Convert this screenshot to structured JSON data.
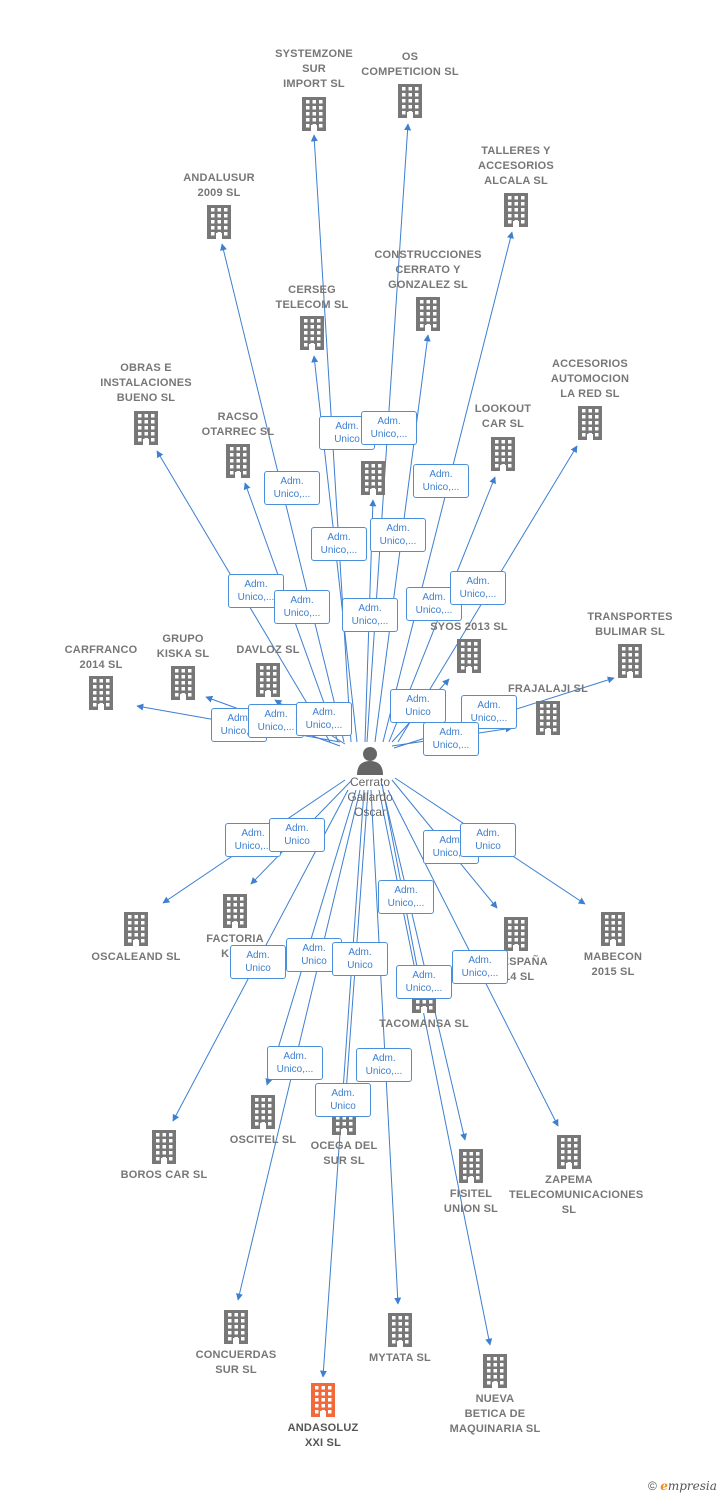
{
  "person": {
    "name": "Cerrato\nGallardo\nOscar",
    "icon": "person-icon"
  },
  "colors": {
    "edge": "#3d7fd0",
    "company": "#777777",
    "highlight": "#f26a3a",
    "person": "#666666"
  },
  "companies": [
    {
      "id": "systemzone",
      "label": "SYSTEMZONE\nSUR\nIMPORT SL"
    },
    {
      "id": "os",
      "label": "OS\nCOMPETICION SL"
    },
    {
      "id": "talleres",
      "label": "TALLERES Y\nACCESORIOS\nALCALA SL"
    },
    {
      "id": "andalusur",
      "label": "ANDALUSUR\n2009 SL"
    },
    {
      "id": "construcciones",
      "label": "CONSTRUCCIONES\nCERRATO Y\nGONZALEZ SL"
    },
    {
      "id": "cerseg",
      "label": "CERSEG\nTELECOM SL"
    },
    {
      "id": "obras",
      "label": "OBRAS E\nINSTALACIONES\nBUENO SL"
    },
    {
      "id": "accesorios",
      "label": "ACCESORIOS\nAUTOMOCION\nLA RED SL"
    },
    {
      "id": "lookout",
      "label": "LOOKOUT\nCAR SL"
    },
    {
      "id": "racso",
      "label": "RACSO\nOTARREC SL"
    },
    {
      "id": "unlabeled",
      "label": ""
    },
    {
      "id": "transportes",
      "label": "TRANSPORTES\nBULIMAR SL"
    },
    {
      "id": "syos",
      "label": "SYOS 2013 SL"
    },
    {
      "id": "carfranco",
      "label": "CARFRANCO\n2014 SL"
    },
    {
      "id": "grupo",
      "label": "GRUPO\nKISKA SL"
    },
    {
      "id": "davloz",
      "label": "DAVLOZ SL"
    },
    {
      "id": "frajalaji",
      "label": "FRAJALAJI SL"
    },
    {
      "id": "oscaleand",
      "label": "OSCALEAND SL"
    },
    {
      "id": "factoria",
      "label": "FACTORIA\nKUBI"
    },
    {
      "id": "maespana",
      "label": "MAESPAÑA\n014 SL"
    },
    {
      "id": "mabecon",
      "label": "MABECON\n2015 SL"
    },
    {
      "id": "tacomansa",
      "label": "TACOMANSA SL"
    },
    {
      "id": "oscitel",
      "label": "OSCITEL SL"
    },
    {
      "id": "boros",
      "label": "BOROS CAR SL"
    },
    {
      "id": "ocega",
      "label": "OCEGA DEL\nSUR SL"
    },
    {
      "id": "fisitel",
      "label": "FISITEL\nUNION SL"
    },
    {
      "id": "zapema",
      "label": "ZAPEMA\nTELECOMUNICACIONES SL"
    },
    {
      "id": "concuerdas",
      "label": "CONCUERDAS\nSUR SL"
    },
    {
      "id": "mytata",
      "label": "MYTATA SL"
    },
    {
      "id": "nueva",
      "label": "NUEVA\nBETICA DE\nMAQUINARIA SL"
    },
    {
      "id": "andasoluz",
      "label": "ANDASOLUZ\nXXI SL",
      "highlight": true
    }
  ],
  "role_tags": [
    "Adm.\nUnico",
    "Adm.\nUnico,...",
    "Adm.\nUnico,...",
    "Adm.\nUnico,...",
    "Adm.\nUnico,...",
    "Adm.\nUnico,...",
    "Adm.\nUnico,...",
    "Adm.\nUnico,...",
    "Adm.\nUnico,...",
    "Adm.\nUnico,...",
    "Adm.\nUnico,...",
    "Adm.\nUnico,...",
    "Adm.\nUnico,...",
    "Adm.\nUnico,...",
    "Adm.\nUnico",
    "Adm.\nUnico,...",
    "Adm.\nUnico,...",
    "Adm.\nUnico,...",
    "Adm.\nUnico",
    "Adm.\nUnico,...",
    "Adm.\nUnico",
    "Adm.\nUnico,...",
    "Adm.\nUnico",
    "Adm.\nUnico",
    "Adm.\nUnico",
    "Adm.\nUnico,...",
    "Adm.\nUnico,...",
    "Adm.\nUnico,...",
    "Adm.\nUnico,...",
    "Adm.\nUnico"
  ],
  "footer": {
    "copyright": "©",
    "brand_initial": "e",
    "brand_rest": "mpresia"
  }
}
